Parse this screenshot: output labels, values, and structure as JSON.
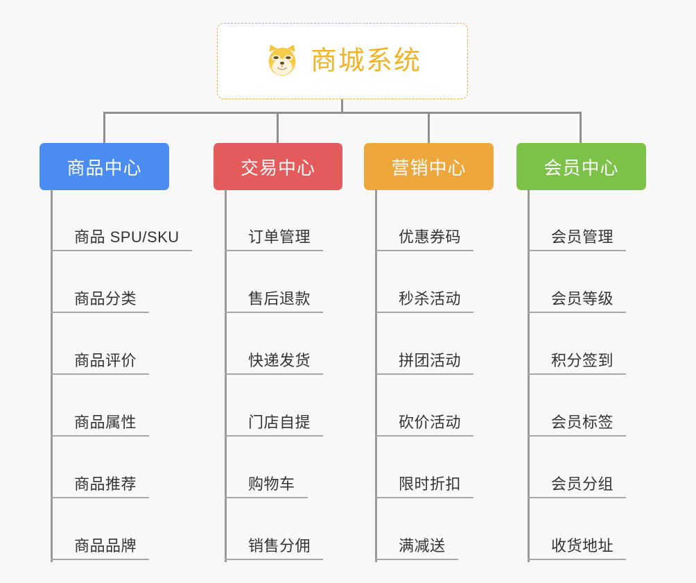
{
  "root": {
    "title": "商城系统",
    "icon": "shiba-dog-icon",
    "border_color": "#e8ac45",
    "text_color": "#f0b429",
    "background": "#ffffff"
  },
  "canvas": {
    "background": "#f8f8f8",
    "connector_color": "#8f8f8f",
    "leaf_line_color": "#a6a6a6",
    "leaf_text_color": "#333333"
  },
  "branches": [
    {
      "label": "商品中心",
      "color": "#4a8cf0",
      "items": [
        "商品 SPU/SKU",
        "商品分类",
        "商品评价",
        "商品属性",
        "商品推荐",
        "商品品牌"
      ]
    },
    {
      "label": "交易中心",
      "color": "#e35b5b",
      "items": [
        "订单管理",
        "售后退款",
        "快递发货",
        "门店自提",
        "购物车",
        "销售分佣"
      ]
    },
    {
      "label": "营销中心",
      "color": "#eda73c",
      "items": [
        "优惠券码",
        "秒杀活动",
        "拼团活动",
        "砍价活动",
        "限时折扣",
        "满减送"
      ]
    },
    {
      "label": "会员中心",
      "color": "#7cc148",
      "items": [
        "会员管理",
        "会员等级",
        "积分签到",
        "会员标签",
        "会员分组",
        "收货地址"
      ]
    }
  ]
}
